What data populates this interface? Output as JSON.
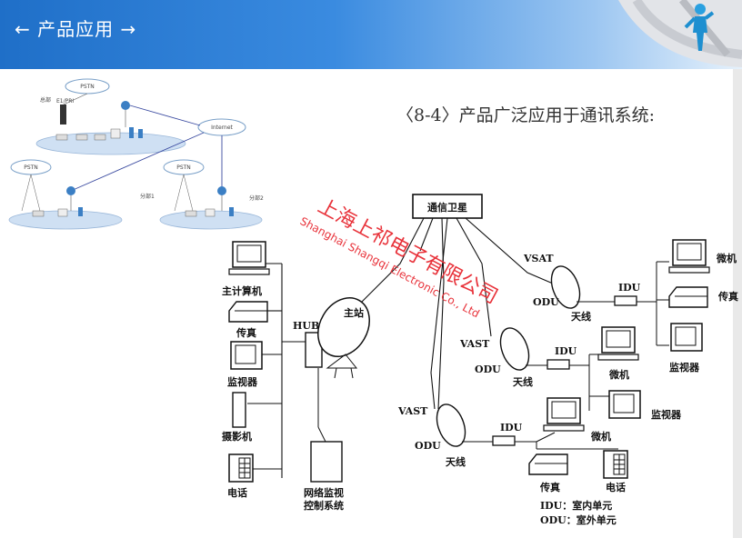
{
  "header": {
    "title": "← 产品应用 →"
  },
  "subtitle": "〈8-4〉产品广泛应用于通讯系统:",
  "network_thumbnail": {
    "labels": {
      "pstn_top": "PSTN",
      "hq": "总部",
      "pbx": "E1/PRI",
      "internet": "Internet",
      "pstn_left": "PSTN",
      "pstn_right": "PSTN",
      "branch1": "分部1",
      "branch2": "分部2"
    }
  },
  "diagram": {
    "satellite": "通信卫星",
    "left": {
      "host": "主计算机",
      "fax": "传真",
      "monitor": "监视器",
      "camera": "摄影机",
      "phone": "电话",
      "hub": "HUB",
      "master_station": "主站",
      "network_monitor_line1": "网络监视",
      "network_monitor_line2": "控制系统"
    },
    "top_right": {
      "vsat": "VSAT",
      "odu": "ODU",
      "antenna": "天线",
      "idu": "IDU",
      "micro": "微机",
      "fax": "传真",
      "monitor": "监视器"
    },
    "middle_right": {
      "vast": "VAST",
      "odu": "ODU",
      "antenna": "天线",
      "idu": "IDU",
      "micro": "微机",
      "monitor": "监视器"
    },
    "bottom": {
      "vast": "VAST",
      "odu": "ODU",
      "antenna": "天线",
      "idu": "IDU",
      "micro": "微机",
      "fax": "传真",
      "phone": "电话"
    },
    "legend": {
      "idu": "IDU：室内单元",
      "odu": "ODU：室外单元"
    }
  },
  "watermark": {
    "cn": "上海上祁电子有限公司",
    "en": "Shanghai Shangqi Electronic Co., Ltd"
  }
}
